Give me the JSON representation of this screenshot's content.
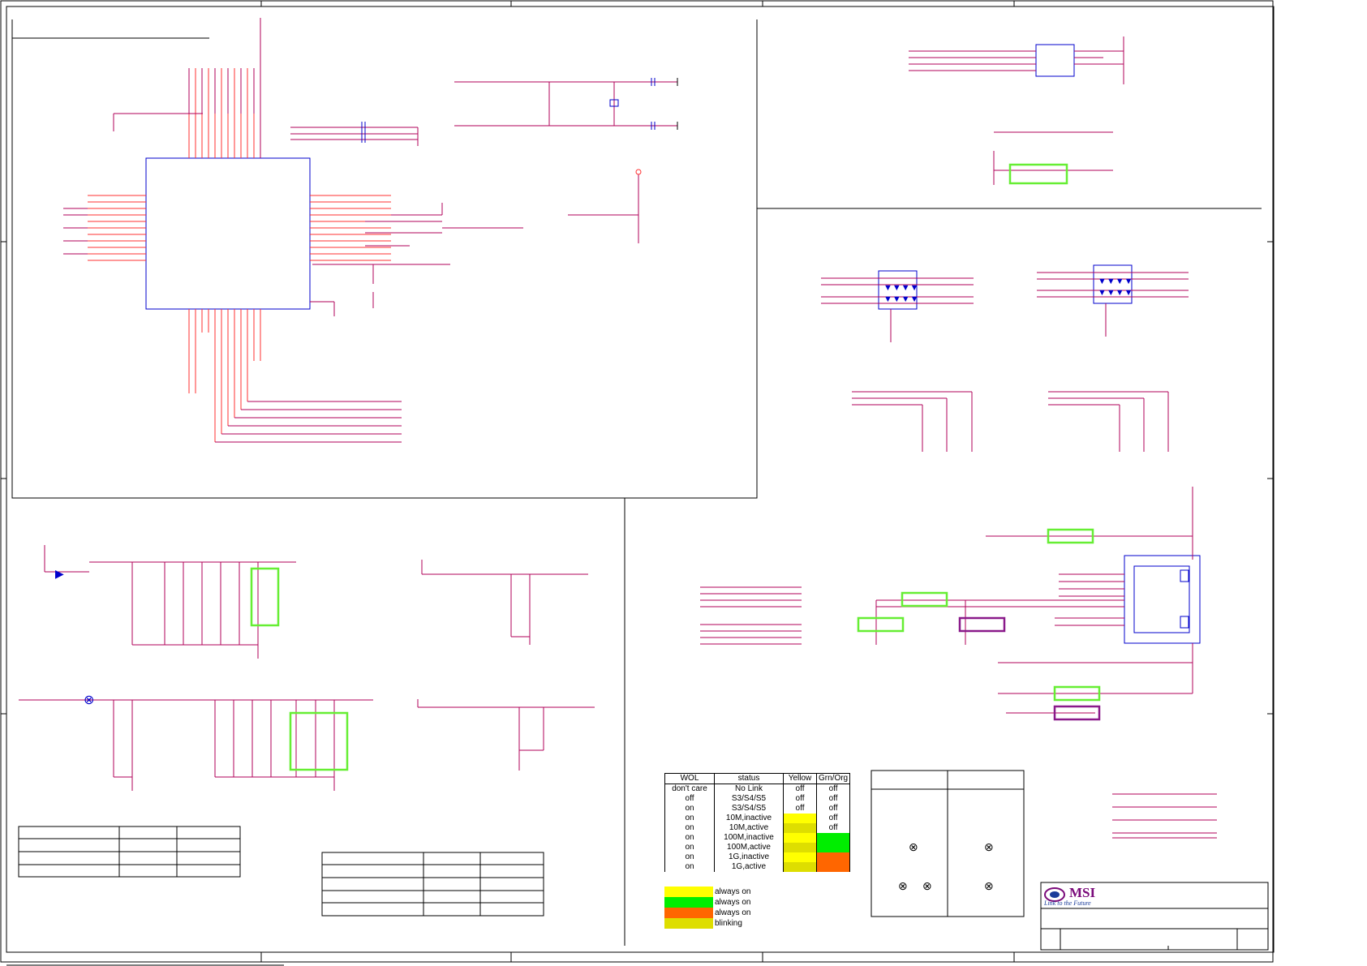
{
  "colors": {
    "wire": "#b0005a",
    "pin": "#ff3030",
    "component": "#0000cc",
    "highlight_green": "#66ee33",
    "highlight_purple": "#8a1a8a",
    "border": "#000000",
    "led_yellow": "#ffff00",
    "led_green": "#00ee00",
    "led_orange": "#ff6600",
    "led_blink": "#dede00"
  },
  "led_table": {
    "headers": [
      "WOL",
      "status",
      "Yellow",
      "Grn/Org"
    ],
    "rows": [
      {
        "wol": "don't care",
        "status": "No Link",
        "yellow": "off",
        "grn_org": "off",
        "yellow_fill": "",
        "grn_fill": ""
      },
      {
        "wol": "off",
        "status": "S3/S4/S5",
        "yellow": "off",
        "grn_org": "off",
        "yellow_fill": "",
        "grn_fill": ""
      },
      {
        "wol": "on",
        "status": "S3/S4/S5",
        "yellow": "off",
        "grn_org": "off",
        "yellow_fill": "",
        "grn_fill": ""
      },
      {
        "wol": "on",
        "status": "10M,inactive",
        "yellow": "",
        "grn_org": "off",
        "yellow_fill": "led_yellow",
        "grn_fill": ""
      },
      {
        "wol": "on",
        "status": "10M,active",
        "yellow": "",
        "grn_org": "off",
        "yellow_fill": "led_blink",
        "grn_fill": ""
      },
      {
        "wol": "on",
        "status": "100M,inactive",
        "yellow": "",
        "grn_org": "",
        "yellow_fill": "led_yellow",
        "grn_fill": "led_green"
      },
      {
        "wol": "on",
        "status": "100M,active",
        "yellow": "",
        "grn_org": "",
        "yellow_fill": "led_blink",
        "grn_fill": "led_green"
      },
      {
        "wol": "on",
        "status": "1G,inactive",
        "yellow": "",
        "grn_org": "",
        "yellow_fill": "led_yellow",
        "grn_fill": "led_orange"
      },
      {
        "wol": "on",
        "status": "1G,active",
        "yellow": "",
        "grn_org": "",
        "yellow_fill": "led_blink",
        "grn_fill": "led_orange"
      }
    ]
  },
  "legend": [
    {
      "fill": "led_yellow",
      "label": "always on"
    },
    {
      "fill": "led_green",
      "label": "always on"
    },
    {
      "fill": "led_orange",
      "label": "always on"
    },
    {
      "fill": "led_blink",
      "label": "blinking"
    }
  ],
  "title_block": {
    "logo_icon": "msi-logo-icon",
    "company": "MSI",
    "tagline": "Link to the Future"
  }
}
